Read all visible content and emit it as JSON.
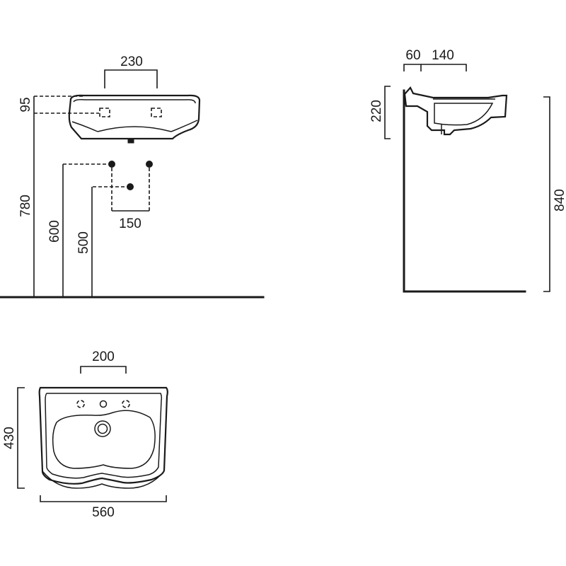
{
  "front_view": {
    "dim_tap_spacing": "230",
    "dim_rim_height": "95",
    "dim_basin_height": "780",
    "dim_supply_height": "600",
    "dim_waste_height": "500",
    "dim_supply_spacing": "150"
  },
  "side_view": {
    "dim_wall_offset": "60",
    "dim_tap_offset": "140",
    "dim_basin_depth": "220",
    "dim_total_height": "840"
  },
  "top_view": {
    "dim_hole_spacing": "200",
    "dim_depth": "430",
    "dim_width": "560"
  },
  "colors": {
    "line": "#1a1a1a",
    "background": "#ffffff"
  }
}
